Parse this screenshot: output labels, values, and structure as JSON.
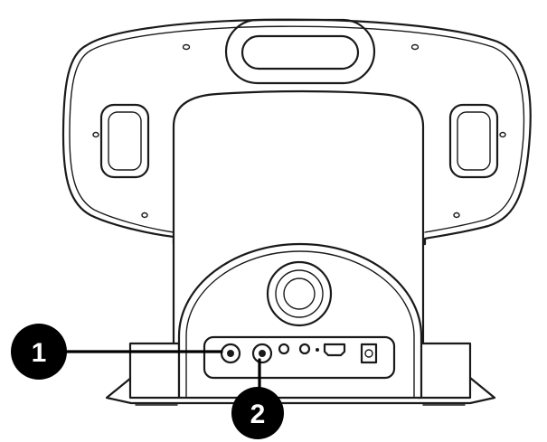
{
  "callouts": [
    {
      "label": "1",
      "target": "headphone-jack"
    },
    {
      "label": "2",
      "target": "second-audio-jack"
    }
  ],
  "colors": {
    "line": "#1a1a1a",
    "callout_fill": "#000000",
    "callout_text": "#ffffff",
    "background": "#ffffff"
  }
}
